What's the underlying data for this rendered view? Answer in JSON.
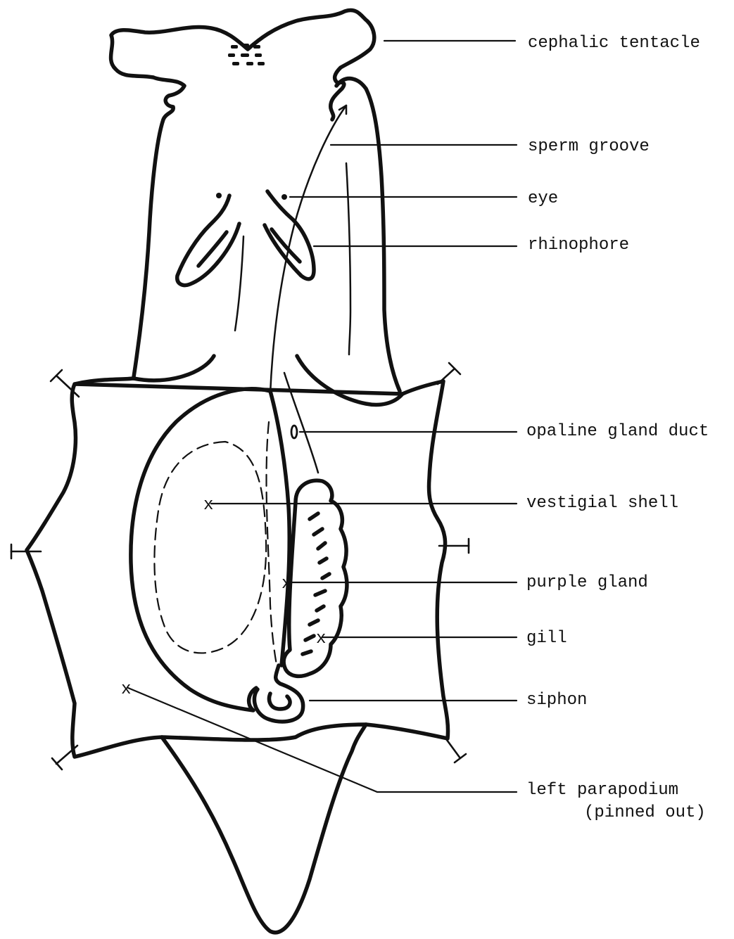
{
  "labels": {
    "cephalic_tentacle": "cephalic tentacle",
    "sperm_groove": "sperm groove",
    "eye": "eye",
    "rhinophore": "rhinophore",
    "opaline_gland_duct": "opaline gland duct",
    "vestigial_shell": "vestigial shell",
    "purple_gland": "purple gland",
    "gill": "gill",
    "siphon": "siphon",
    "left_parapodium_line1": "left parapodium",
    "left_parapodium_line2": "(pinned out)"
  },
  "markers": {
    "cross": "x"
  }
}
